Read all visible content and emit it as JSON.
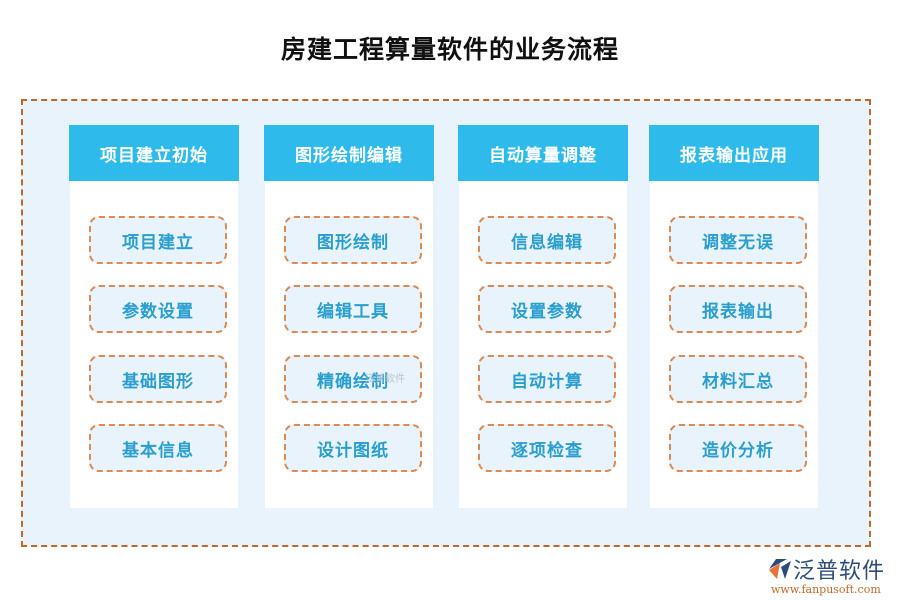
{
  "title": "房建工程算量软件的业务流程",
  "colors": {
    "header_bg": "#2ebbec",
    "item_text": "#2a9fcf",
    "border_dash": "#c0682a",
    "frame_bg": "#e9f3fc"
  },
  "columns": [
    {
      "header": "项目建立初始",
      "items": [
        "项目建立",
        "参数设置",
        "基础图形",
        "基本信息"
      ]
    },
    {
      "header": "图形绘制编辑",
      "items": [
        "图形绘制",
        "编辑工具",
        "精确绘制",
        "设计图纸"
      ]
    },
    {
      "header": "自动算量调整",
      "items": [
        "信息编辑",
        "设置参数",
        "自动计算",
        "逐项检查"
      ]
    },
    {
      "header": "报表输出应用",
      "items": [
        "调整无误",
        "报表输出",
        "材料汇总",
        "造价分析"
      ]
    }
  ],
  "watermark": "泛普软件",
  "logo": {
    "name": "泛普软件",
    "url": "www.fanpusoft.com",
    "icon": "fanpu-logo-icon"
  }
}
